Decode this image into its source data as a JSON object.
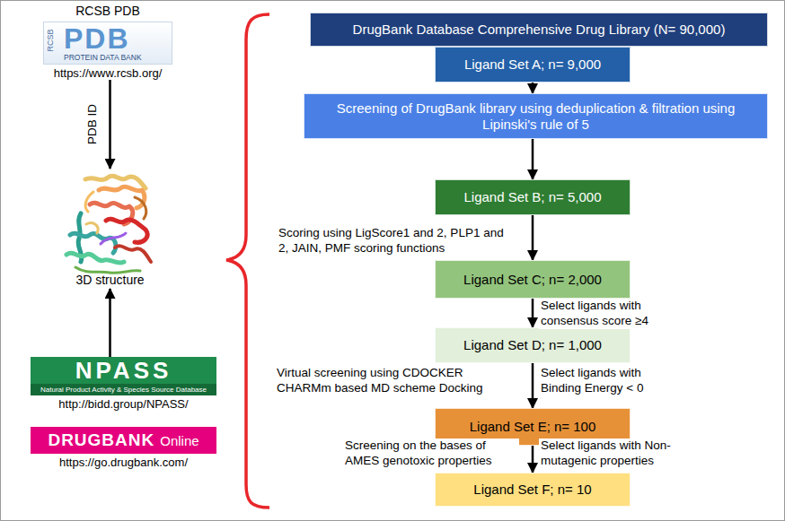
{
  "diagram": {
    "nodes": [
      {
        "text": [
          "RCSB PDB",
          "RCSB",
          "PDB",
          "PROTEIN DATA BANK",
          "https://www.rcsb.org/"
        ]
      },
      {
        "text": [
          "3D structure"
        ]
      },
      {
        "text": [
          "NPASS",
          "Natural Product Activity & Species Source Database",
          "http://bidd.group/NPASS/"
        ]
      },
      {
        "text": [
          "DRUGBANK",
          "Online",
          "https://go.drugbank.com/"
        ]
      },
      {
        "text": [
          "DrugBank Database Comprehensive Drug Library (N= 90,000)"
        ]
      },
      {
        "text": [
          "Ligand Set A; n= 9,000"
        ]
      },
      {
        "text": [
          "Screening of DrugBank library using deduplication & filtration using Lipinski's rule of 5"
        ]
      },
      {
        "text": [
          "Ligand Set B; n= 5,000"
        ]
      },
      {
        "text": [
          "Ligand Set C; n= 2,000"
        ]
      },
      {
        "text": [
          "Ligand Set D; n= 1,000"
        ]
      },
      {
        "text": [
          "Ligand Set E; n= 100"
        ]
      },
      {
        "text": [
          "Ligand Set F; n= 10"
        ]
      }
    ],
    "edges": [
      {
        "from": 0,
        "to": 1,
        "arrow": "to",
        "label": "PDB ID"
      },
      {
        "from": 2,
        "to": 1,
        "arrow": "to"
      },
      {
        "from": 5,
        "to": 6,
        "arrow": "to"
      },
      {
        "from": 6,
        "to": 7,
        "arrow": "to"
      },
      {
        "from": 7,
        "to": 8,
        "arrow": "to"
      },
      {
        "from": 8,
        "to": 9,
        "arrow": "to"
      },
      {
        "from": 9,
        "to": 10,
        "arrow": "to"
      },
      {
        "from": 10,
        "to": 11,
        "arrow": "to"
      }
    ],
    "labels": [
      "Scoring using LigScore1 and 2, PLP1 and 2, JAIN, PMF scoring functions",
      "Select ligands with consensus score ≥4",
      "Virtual screening using CDOCKER CHARMm based MD scheme Docking",
      "Select ligands with Binding Energy < 0",
      "Screening on the bases of AMES genotoxic properties",
      "Select ligands with Non-mutagenic properties"
    ]
  }
}
